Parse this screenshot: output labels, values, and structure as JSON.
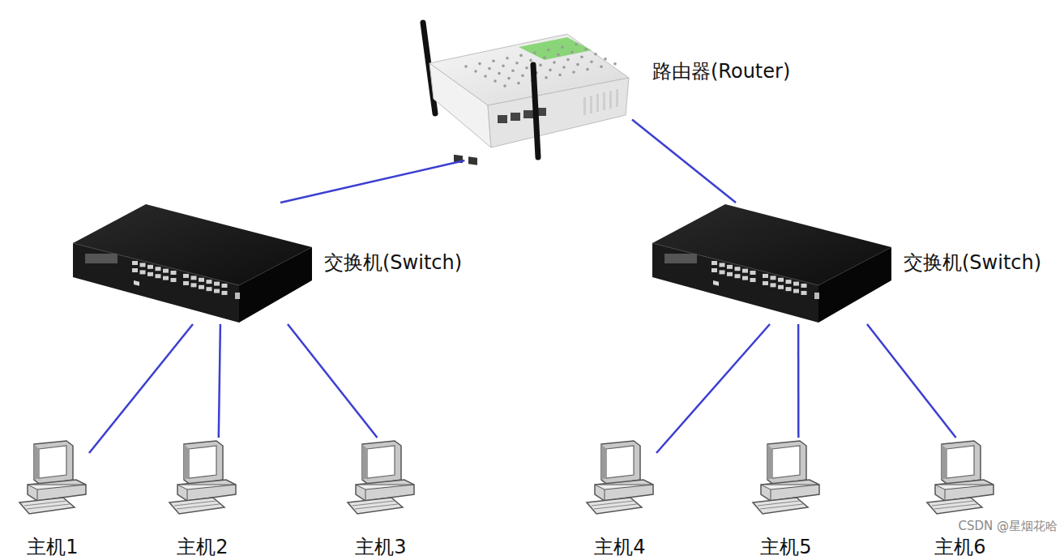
{
  "diagram": {
    "nodes": [
      {
        "text": [
          "路由器(Router)"
        ]
      },
      {
        "text": [
          "交换机(Switch)"
        ]
      },
      {
        "text": [
          "交换机(Switch)"
        ]
      },
      {
        "text": [
          "主机1"
        ]
      },
      {
        "text": [
          "主机2"
        ]
      },
      {
        "text": [
          "主机3"
        ]
      },
      {
        "text": [
          "主机4"
        ]
      },
      {
        "text": [
          "主机5"
        ]
      },
      {
        "text": [
          "主机6"
        ]
      }
    ],
    "edges": [
      {
        "from": 0,
        "to": 1,
        "arrow": "none"
      },
      {
        "from": 0,
        "to": 2,
        "arrow": "none"
      },
      {
        "from": 1,
        "to": 3,
        "arrow": "none"
      },
      {
        "from": 1,
        "to": 4,
        "arrow": "none"
      },
      {
        "from": 1,
        "to": 5,
        "arrow": "none"
      },
      {
        "from": 2,
        "to": 6,
        "arrow": "none"
      },
      {
        "from": 2,
        "to": 7,
        "arrow": "none"
      },
      {
        "from": 2,
        "to": 8,
        "arrow": "none"
      }
    ],
    "labels": [
      "CSDN @星烟花哈"
    ]
  }
}
